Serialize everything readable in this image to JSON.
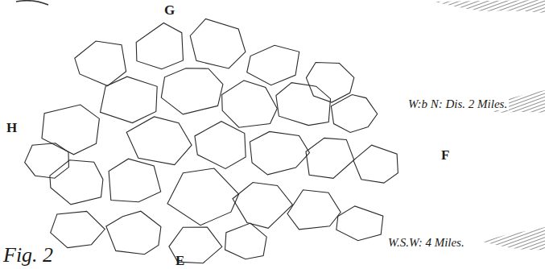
{
  "diagram": {
    "labels": [
      "G",
      "H",
      "F",
      "E",
      "W:b N: Dis. 2 Miles.",
      "W.S.W: 4 Miles.",
      "Fig. 2"
    ]
  }
}
